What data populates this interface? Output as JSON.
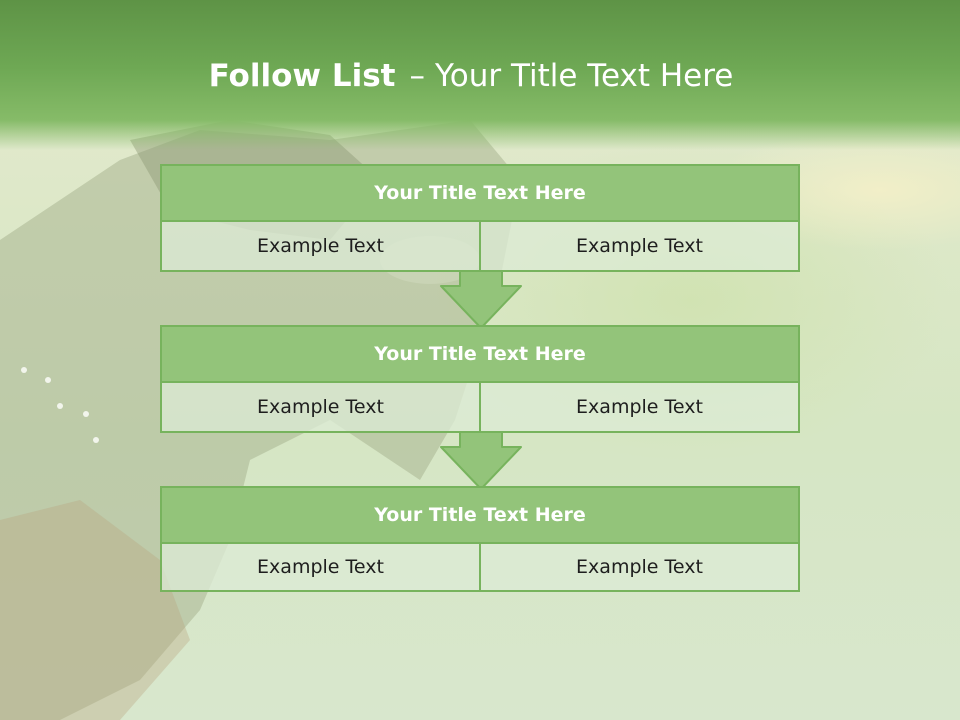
{
  "slide": {
    "title_bold": "Follow List",
    "title_dash": "–",
    "title_rest": "Your Title Text Here"
  },
  "steps": [
    {
      "title": "Your Title Text Here",
      "left": "Example Text",
      "right": "Example Text"
    },
    {
      "title": "Your Title Text Here",
      "left": "Example Text",
      "right": "Example Text"
    },
    {
      "title": "Your Title Text Here",
      "left": "Example Text",
      "right": "Example Text"
    }
  ],
  "colors": {
    "header_green": "#6ea854",
    "box_title_green": "#93c47a",
    "border_green": "#77b35d",
    "cell_bg": "#dcebd6",
    "text_dark": "#1e1e1e",
    "text_light": "#ffffff"
  }
}
